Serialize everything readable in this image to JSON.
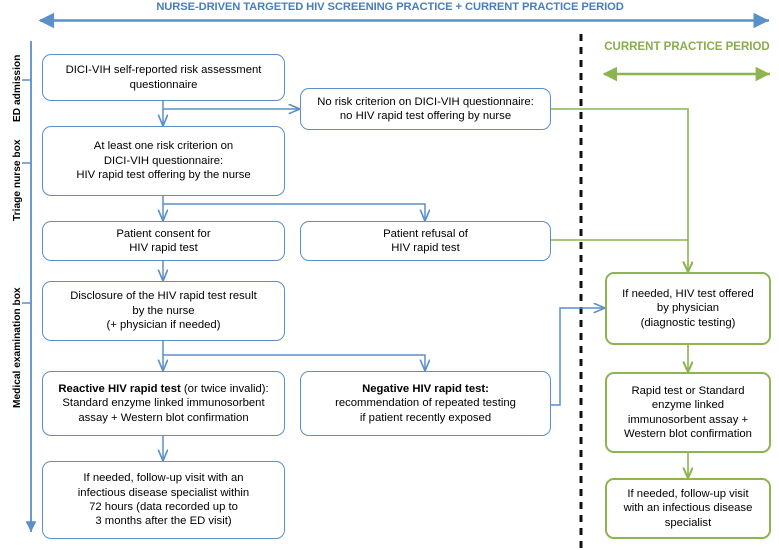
{
  "header": {
    "main_title": "NURSE-DRIVEN TARGETED HIV SCREENING PRACTICE + CURRENT PRACTICE PERIOD",
    "current_practice_title": "CURRENT PRACTICE PERIOD"
  },
  "colors": {
    "blue": "#5b8fc9",
    "blue_title": "#4a7ebb",
    "green": "#8cb44f",
    "green_title": "#8aad4b",
    "divider": "#1a1a1a",
    "text": "#000000"
  },
  "rail_labels": [
    {
      "id": "ed-admission",
      "text": "ED admission"
    },
    {
      "id": "triage-nurse-box",
      "text": "Triage nurse box"
    },
    {
      "id": "medical-examination-box",
      "text": "Medical examination box"
    }
  ],
  "nodes": {
    "questionnaire": {
      "lines": [
        "DICI-VIH self-reported risk assessment",
        "questionnaire"
      ]
    },
    "no_risk": {
      "lines": [
        "No risk criterion on DICI-VIH questionnaire:",
        "no HIV rapid test offering by nurse"
      ]
    },
    "at_least_one_risk": {
      "lines": [
        "At least one risk criterion on",
        "DICI-VIH questionnaire:",
        "HIV rapid test offering by the nurse"
      ]
    },
    "consent": {
      "lines": [
        "Patient consent for",
        "HIV rapid test"
      ]
    },
    "refusal": {
      "lines": [
        "Patient refusal of",
        "HIV rapid test"
      ]
    },
    "disclosure": {
      "lines": [
        "Disclosure of the HIV rapid test result",
        "by the nurse",
        "(+ physician if needed)"
      ]
    },
    "reactive": {
      "bold_lead": "Reactive HIV rapid test",
      "lead_tail": " (or twice invalid):",
      "lines": [
        "Standard enzyme linked immunosorbent",
        "assay + Western blot confirmation"
      ]
    },
    "negative": {
      "bold_lead": "Negative HIV rapid test:",
      "lead_tail": "",
      "lines": [
        "recommendation of repeated testing",
        "if patient recently exposed"
      ]
    },
    "followup_blue": {
      "lines": [
        "If needed, follow-up visit with an",
        "infectious disease specialist within",
        "72 hours (data recorded up to",
        "3 months after the ED visit)"
      ]
    },
    "physician_offer": {
      "lines": [
        "If needed, HIV test offered",
        "by physician",
        "(diagnostic testing)"
      ]
    },
    "rapid_or_standard": {
      "lines": [
        "Rapid test or Standard",
        "enzyme linked",
        "immunosorbent assay +",
        "Western blot confirmation"
      ]
    },
    "followup_green": {
      "lines": [
        "If needed, follow-up visit",
        "with an infectious disease",
        "specialist"
      ]
    }
  }
}
